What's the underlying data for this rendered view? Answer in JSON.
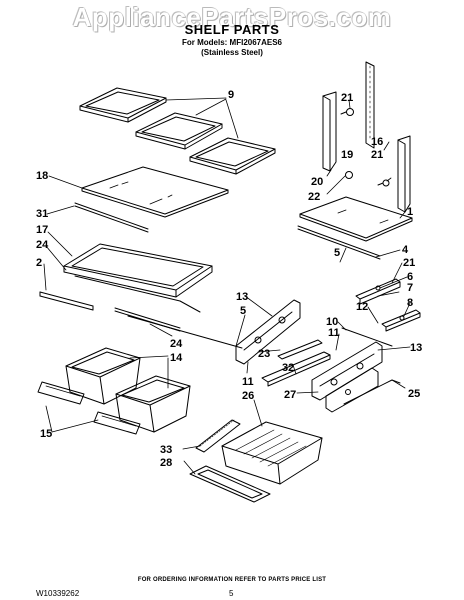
{
  "watermark": "AppliancePartsPros.com",
  "header": {
    "title": "SHELF PARTS",
    "models_line": "For Models: MFI2067AES6",
    "finish_line": "(Stainless Steel)"
  },
  "callouts": [
    "9",
    "21",
    "19",
    "16",
    "21",
    "18",
    "20",
    "22",
    "31",
    "1",
    "17",
    "24",
    "5",
    "4",
    "2",
    "21",
    "6",
    "7",
    "13",
    "5",
    "8",
    "12",
    "24",
    "10",
    "11",
    "13",
    "14",
    "23",
    "32",
    "11",
    "25",
    "27",
    "26",
    "15",
    "33",
    "28"
  ],
  "footer": {
    "note": "FOR ORDERING INFORMATION REFER TO PARTS PRICE LIST",
    "document_number": "W10339262",
    "page_number": "5"
  }
}
